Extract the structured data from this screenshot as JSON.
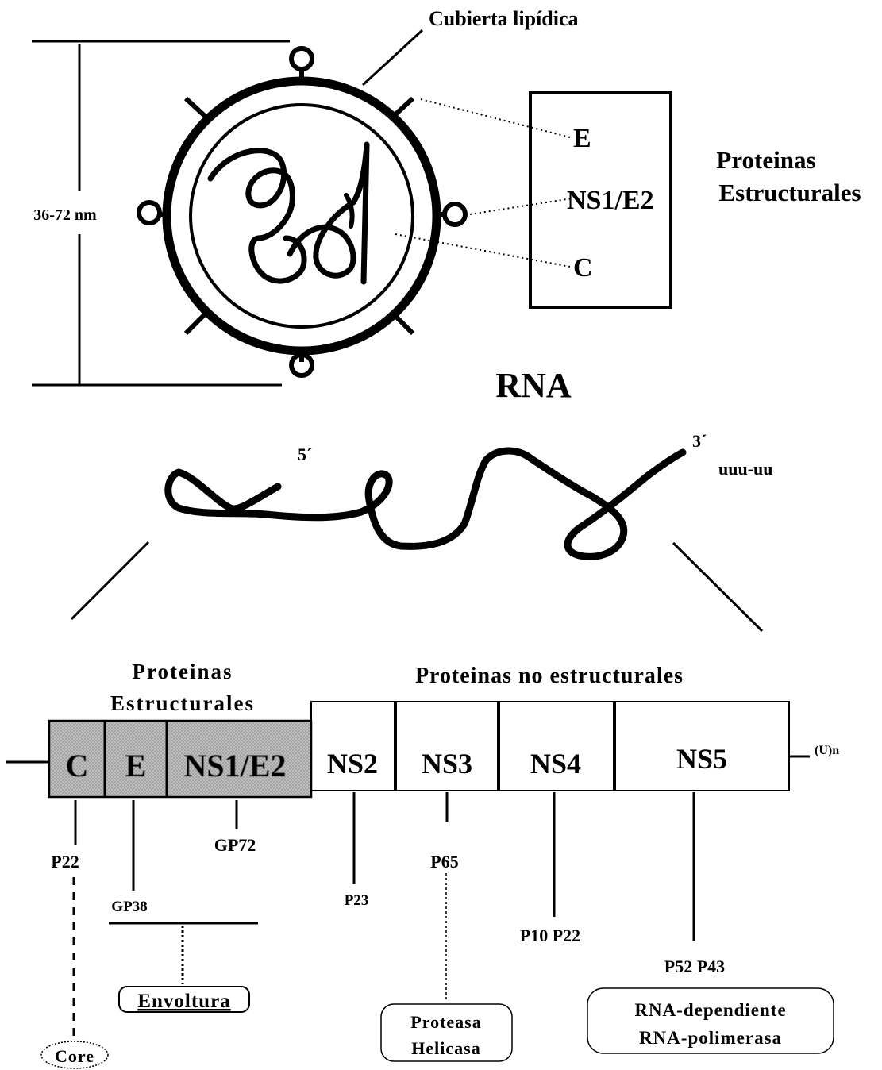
{
  "virion": {
    "lipid_envelope_label": "Cubierta lipídica",
    "size_label": "36-72 nm",
    "protein_box": [
      "E",
      "NS1/E2",
      "C"
    ],
    "structural_proteins_label": [
      "Proteinas",
      "Estructurales"
    ]
  },
  "rna": {
    "title": "RNA",
    "five_prime": "5´",
    "three_prime": "3´",
    "poly_u": "uuu-uu"
  },
  "genome": {
    "structural_header": [
      "Proteinas",
      "Estructurales"
    ],
    "nonstructural_header": "Proteinas no estructurales",
    "structural_segments": [
      "C",
      "E",
      "NS1/E2"
    ],
    "nonstructural_segments": [
      "NS2",
      "NS3",
      "NS4",
      "NS5"
    ],
    "tail_label": "(U)n",
    "proteins": {
      "c": "P22",
      "e": "GP38",
      "ns1e2": "GP72",
      "ns2": "P23",
      "ns3": "P65",
      "ns4": "P10 P22",
      "ns5": "P52 P43"
    },
    "functions": {
      "core": "Core",
      "envelope": "Envoltura",
      "protease": [
        "Proteasa",
        "Helicasa"
      ],
      "polymerase": [
        "RNA-dependiente",
        "RNA-polimerasa"
      ]
    }
  },
  "colors": {
    "structural_fill": "#b8b8b8",
    "ink": "#000000",
    "background": "#ffffff"
  }
}
